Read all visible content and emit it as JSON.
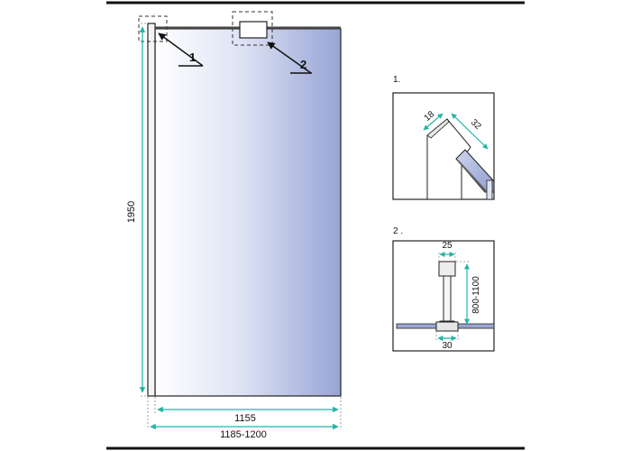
{
  "main_drawing": {
    "height_label": "1950",
    "inner_width_label": "1155",
    "outer_width_label": "1185-1200",
    "callout_1": "1",
    "callout_2": "2"
  },
  "detail_1": {
    "title": "1.",
    "dim_a": "18",
    "dim_b": "32"
  },
  "detail_2": {
    "title": "2 .",
    "dim_top": "25",
    "dim_height": "800-1100",
    "dim_bottom": "30"
  },
  "colors": {
    "glass_light": "#ffffff",
    "glass_dark": "#97a4d6",
    "dimension": "#22b3a6",
    "outline": "#222222"
  }
}
